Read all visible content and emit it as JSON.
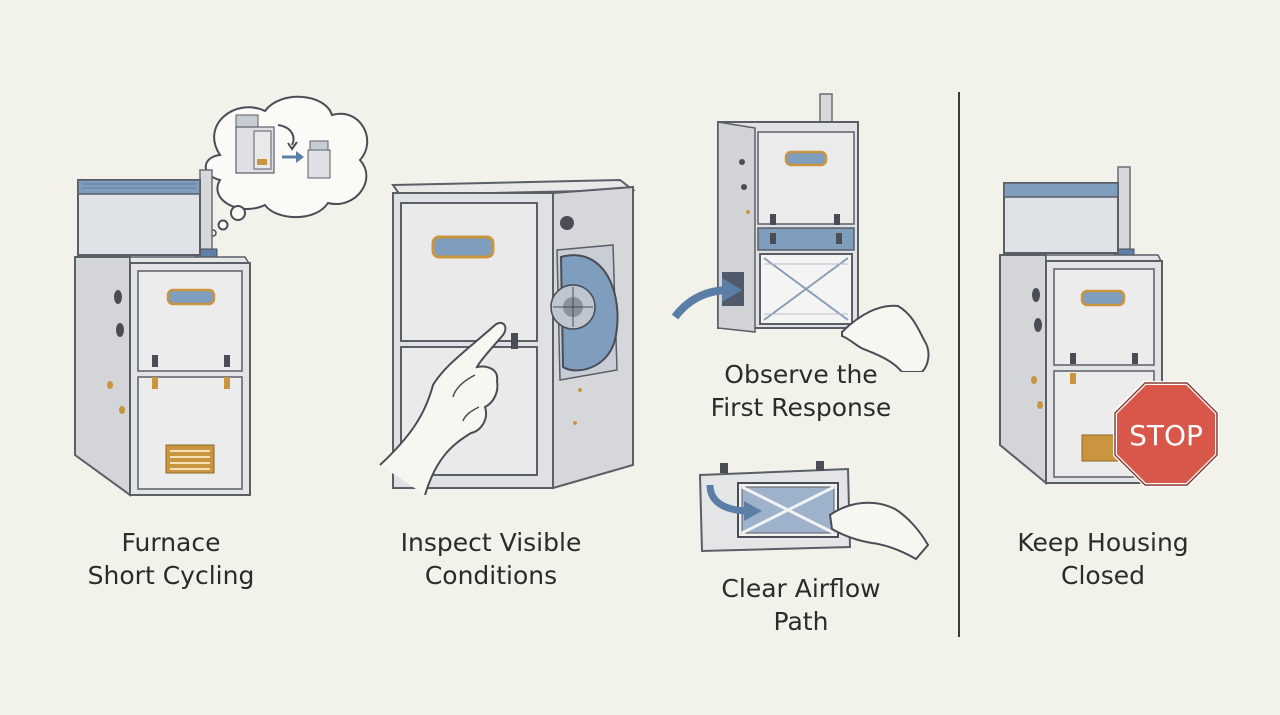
{
  "steps": [
    {
      "line1": "Furnace",
      "line2": "Short Cycling"
    },
    {
      "line1": "Inspect Visible",
      "line2": "Conditions"
    },
    {
      "line1": "Observe the",
      "line2": "First Response"
    },
    {
      "line1": "Clear Airflow",
      "line2": "Path"
    },
    {
      "line1": "Keep Housing",
      "line2": "Closed"
    }
  ],
  "stop_sign": {
    "label": "STOP",
    "color": "#d9574a"
  },
  "colors": {
    "background": "#f2f1ea",
    "metal": "#dcdde0",
    "blue_accent": "#7f9dbd",
    "gold_accent": "#c9953f",
    "outline": "#5a5e66"
  }
}
